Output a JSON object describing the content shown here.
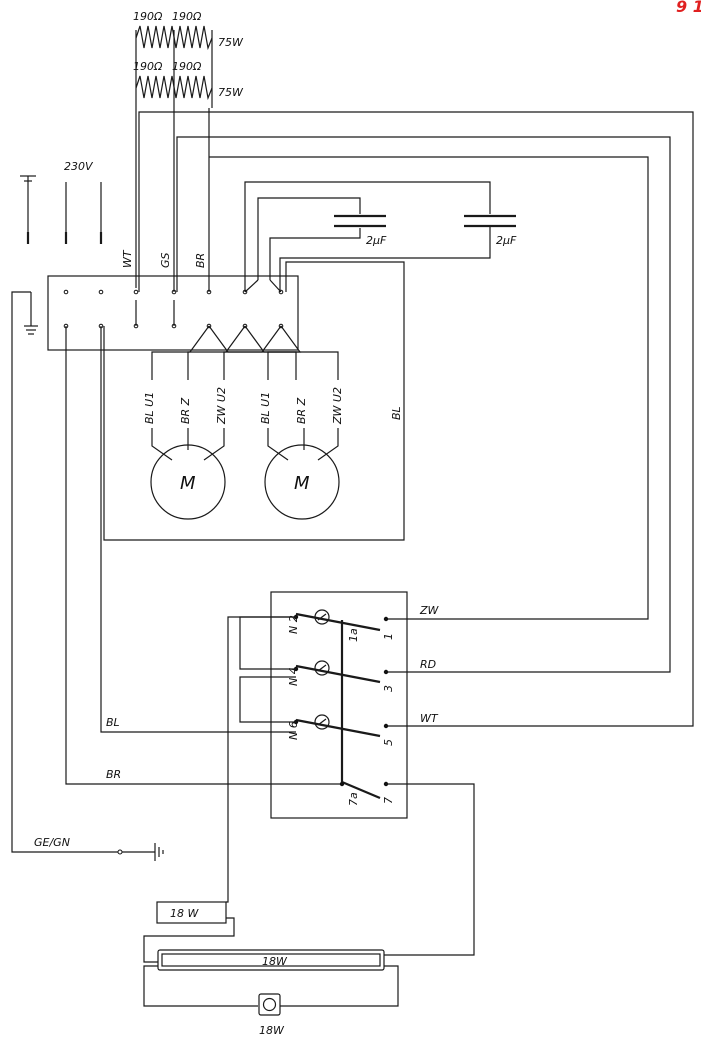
{
  "resistors": {
    "top": {
      "r1": "190Ω",
      "r2": "190Ω",
      "power": "75W"
    },
    "bottom": {
      "r1": "190Ω",
      "r2": "190Ω",
      "power": "75W"
    }
  },
  "supply": {
    "voltage": "230V"
  },
  "wire_labels": {
    "wt": "WT",
    "gs": "GS",
    "br": "BR",
    "bl_right": "BL"
  },
  "capacitors": {
    "c1": "2μF",
    "c2": "2μF"
  },
  "motors": [
    {
      "symbol": "M",
      "leads": [
        "BL U1",
        "BR Z",
        "ZW U2"
      ]
    },
    {
      "symbol": "M",
      "leads": [
        "BL U1",
        "BR Z",
        "ZW U2"
      ]
    }
  ],
  "switch": {
    "left_terminals": [
      "N 2",
      "N 4",
      "N 6"
    ],
    "right_terminals": [
      "1",
      "3",
      "5",
      "7"
    ],
    "inner_labels": [
      "1a",
      "7a"
    ],
    "wire_colors": [
      "ZW",
      "RD",
      "WT"
    ]
  },
  "bottom_wires": {
    "bl": "BL",
    "br": "BR",
    "ground": "GE/GN"
  },
  "lamps": {
    "ballast": "18 W",
    "tube": "18W",
    "starter": "18W"
  },
  "corner_mark": "9 1"
}
